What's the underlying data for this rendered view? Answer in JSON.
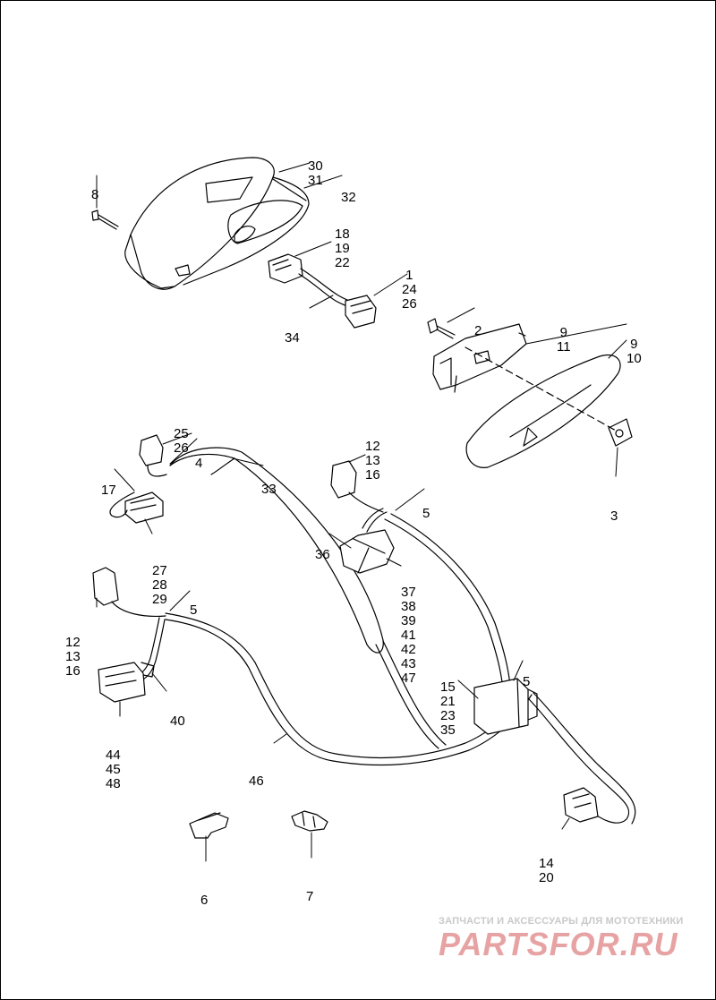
{
  "diagram": {
    "callouts": [
      {
        "id": "c30",
        "lines": [
          "30",
          "31"
        ]
      },
      {
        "id": "c32",
        "lines": [
          "32"
        ]
      },
      {
        "id": "c8",
        "lines": [
          "8"
        ]
      },
      {
        "id": "c18",
        "lines": [
          "18",
          "19",
          "22"
        ]
      },
      {
        "id": "c1",
        "lines": [
          "1",
          "24",
          "26"
        ]
      },
      {
        "id": "c34",
        "lines": [
          "34"
        ]
      },
      {
        "id": "c2",
        "lines": [
          "2"
        ]
      },
      {
        "id": "c9a",
        "lines": [
          "9",
          "11"
        ]
      },
      {
        "id": "c9b",
        "lines": [
          "9",
          "10"
        ]
      },
      {
        "id": "c3",
        "lines": [
          "3"
        ]
      },
      {
        "id": "c25",
        "lines": [
          "25",
          "26"
        ]
      },
      {
        "id": "c4",
        "lines": [
          "4"
        ]
      },
      {
        "id": "c33",
        "lines": [
          "33"
        ]
      },
      {
        "id": "c17",
        "lines": [
          "17"
        ]
      },
      {
        "id": "c27",
        "lines": [
          "27",
          "28",
          "29"
        ]
      },
      {
        "id": "c12a",
        "lines": [
          "12",
          "13",
          "16"
        ]
      },
      {
        "id": "c5a",
        "lines": [
          "5"
        ]
      },
      {
        "id": "c36",
        "lines": [
          "36"
        ]
      },
      {
        "id": "c37",
        "lines": [
          "37",
          "38",
          "39",
          "41",
          "42",
          "43",
          "47"
        ]
      },
      {
        "id": "c12b",
        "lines": [
          "12",
          "13",
          "16"
        ]
      },
      {
        "id": "c5b",
        "lines": [
          "5"
        ]
      },
      {
        "id": "c40",
        "lines": [
          "40"
        ]
      },
      {
        "id": "c44",
        "lines": [
          "44",
          "45",
          "48"
        ]
      },
      {
        "id": "c15",
        "lines": [
          "15",
          "21",
          "23",
          "35"
        ]
      },
      {
        "id": "c5c",
        "lines": [
          "5"
        ]
      },
      {
        "id": "c46",
        "lines": [
          "46"
        ]
      },
      {
        "id": "c14",
        "lines": [
          "14",
          "20"
        ]
      },
      {
        "id": "c6",
        "lines": [
          "6"
        ]
      },
      {
        "id": "c7",
        "lines": [
          "7"
        ]
      }
    ]
  },
  "watermark": {
    "caption": "ЗАПЧАСТИ И АКСЕССУАРЫ ДЛЯ МОТОТЕХНИКИ",
    "logo": "PARTSFOR.RU"
  }
}
